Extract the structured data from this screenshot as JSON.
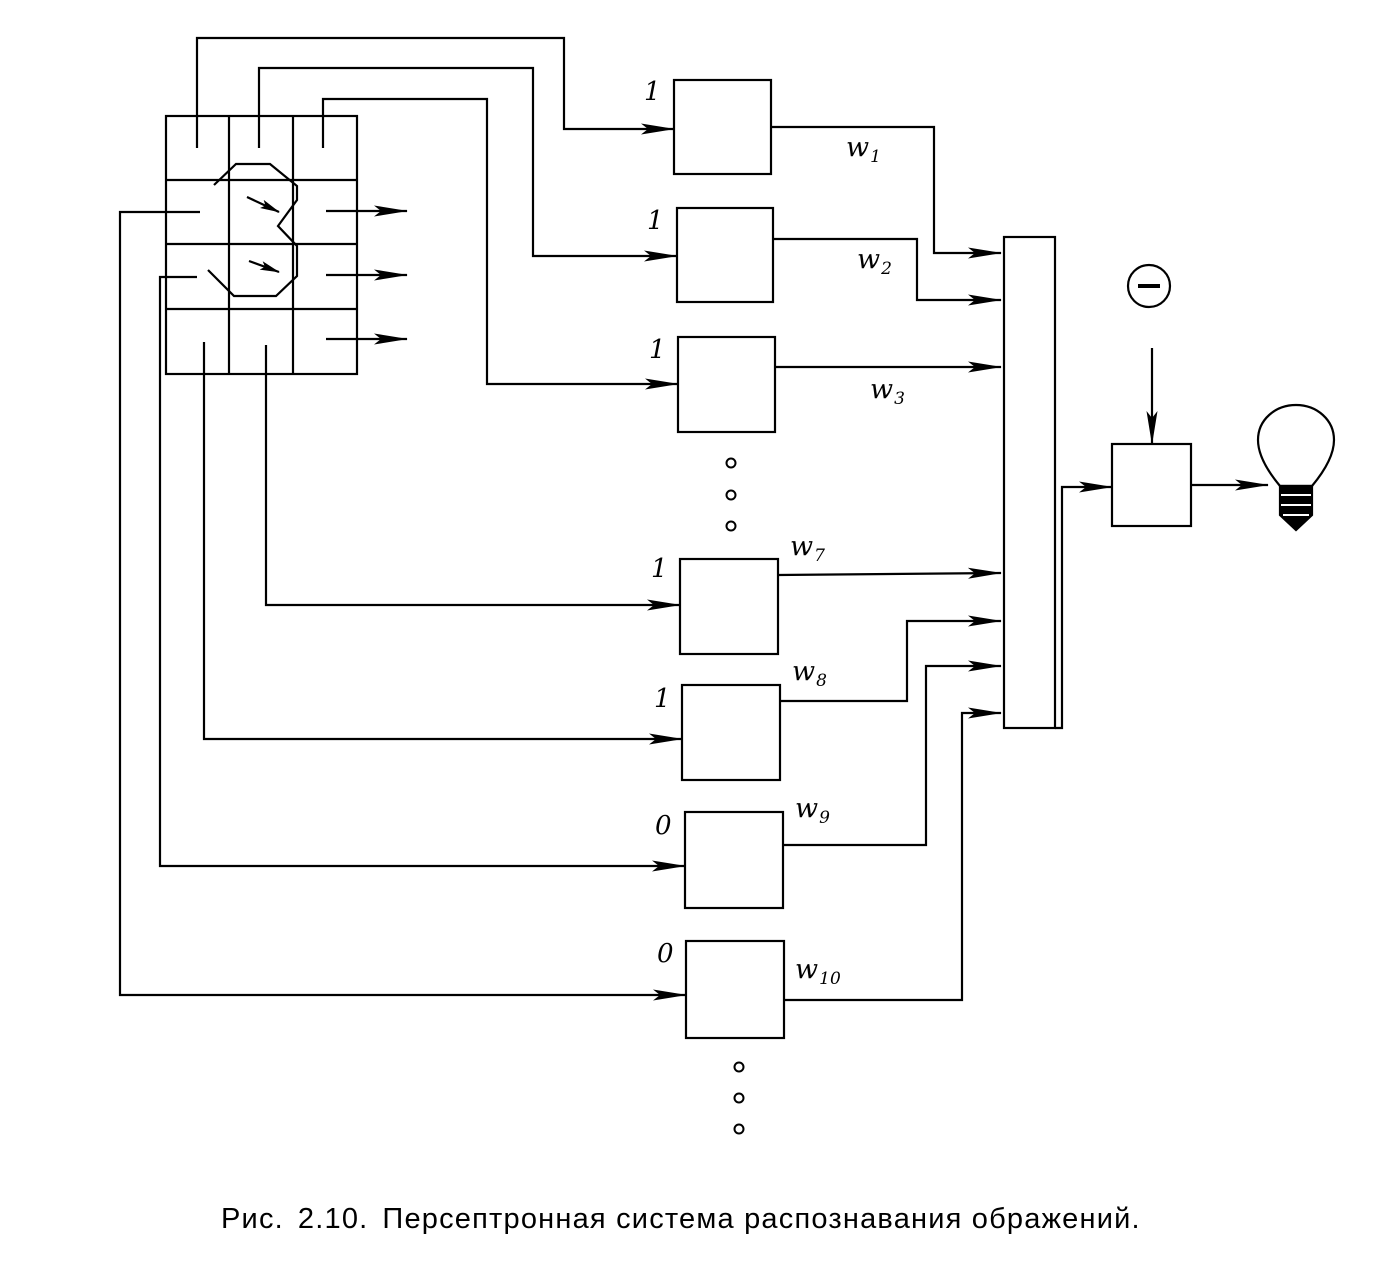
{
  "caption": {
    "prefix": "Рис.",
    "number": "2.10.",
    "text": "Персептронная система распознавания ображений."
  },
  "inputs": [
    "1",
    "1",
    "1",
    "1",
    "1",
    "0",
    "0"
  ],
  "weights": [
    {
      "base": "w",
      "sub": "1"
    },
    {
      "base": "w",
      "sub": "2"
    },
    {
      "base": "w",
      "sub": "3"
    },
    {
      "base": "w",
      "sub": "7"
    },
    {
      "base": "w",
      "sub": "8"
    },
    {
      "base": "w",
      "sub": "9"
    },
    {
      "base": "w",
      "sub": "10"
    }
  ],
  "threshold_symbol": "−",
  "icons": {
    "output": "light-bulb-icon",
    "ellipsis": "vertical-dots-icon"
  }
}
